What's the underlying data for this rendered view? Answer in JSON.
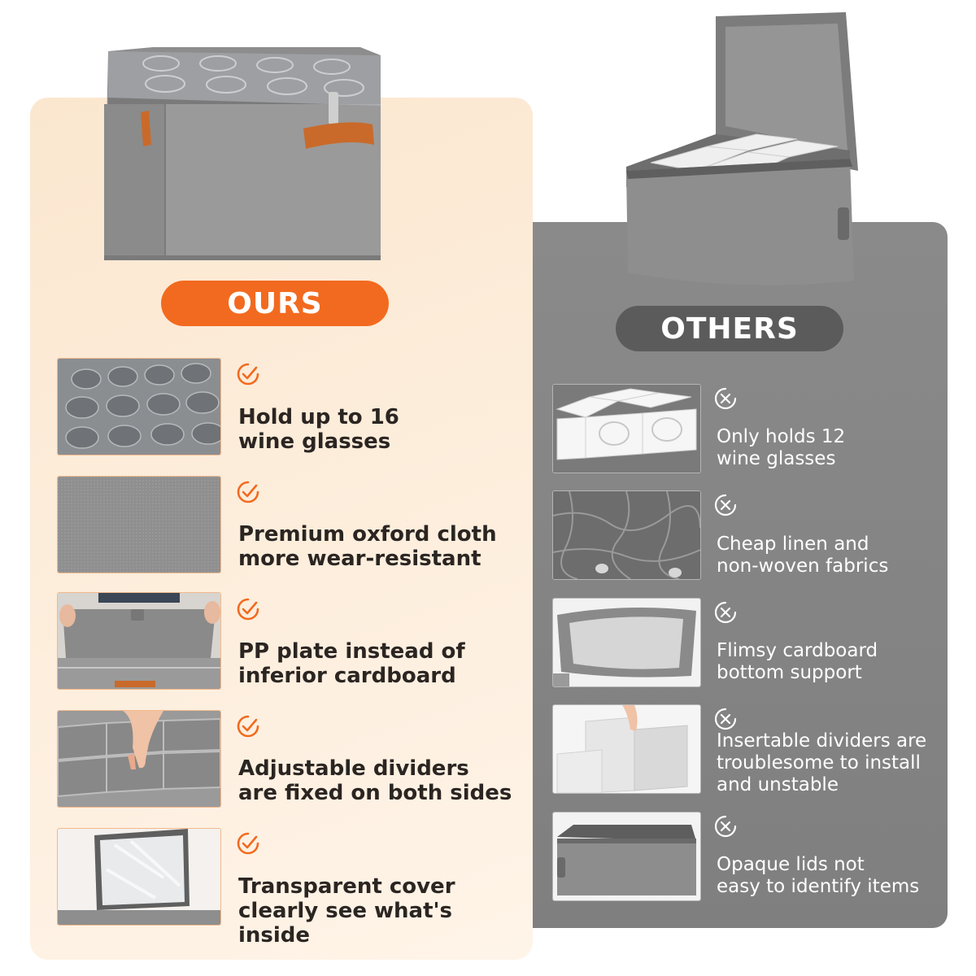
{
  "ours": {
    "badge": "OURS",
    "features": [
      {
        "text": "Hold up to 16\nwine glasses",
        "icon": "check-circle-icon"
      },
      {
        "text": "Premium oxford cloth\nmore wear-resistant",
        "icon": "check-circle-icon"
      },
      {
        "text": "PP plate instead of\ninferior cardboard",
        "icon": "check-circle-icon"
      },
      {
        "text": "Adjustable dividers\nare fixed on both sides",
        "icon": "check-circle-icon"
      },
      {
        "text": "Transparent cover\nclearly see what's inside",
        "icon": "check-circle-icon"
      }
    ]
  },
  "others": {
    "badge": "OTHERS",
    "features": [
      {
        "text": "Only holds 12\nwine glasses",
        "icon": "x-circle-icon"
      },
      {
        "text": "Cheap linen and\nnon-woven fabrics",
        "icon": "x-circle-icon"
      },
      {
        "text": "Flimsy cardboard\nbottom support",
        "icon": "x-circle-icon"
      },
      {
        "text": "Insertable dividers are\ntroublesome to install\nand unstable",
        "icon": "x-circle-icon"
      },
      {
        "text": "Opaque lids not\neasy to identify items",
        "icon": "x-circle-icon"
      }
    ]
  },
  "colors": {
    "accent": "#f26a1f",
    "ours_panel": "#fbe7cf",
    "others_panel": "#868686",
    "others_badge": "#5b5b5b"
  }
}
